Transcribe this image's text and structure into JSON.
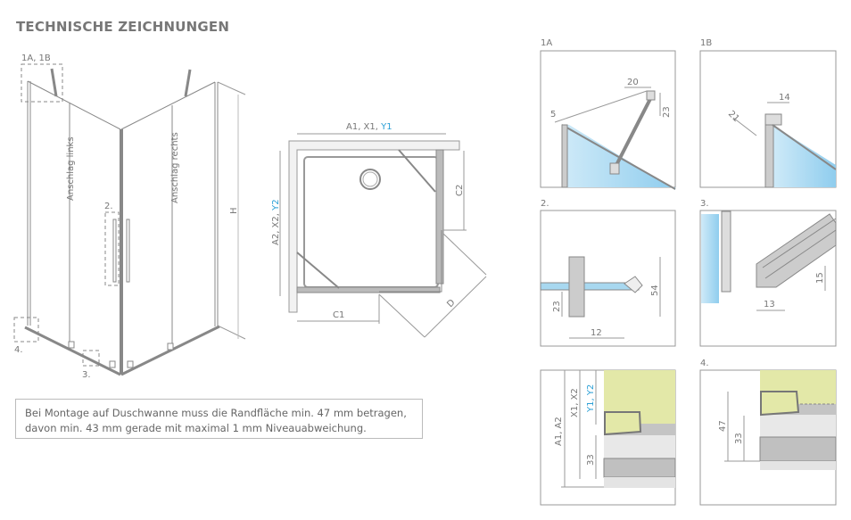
{
  "page": {
    "title": "TECHNISCHE ZEICHNUNGEN"
  },
  "note": {
    "line1": "Bei Montage auf Duschwanne muss die Randfläche min. 47 mm betragen,",
    "line2": "davon min. 43 mm gerade mit maximal 1 mm Niveauabweichung."
  },
  "perspective": {
    "label_1a1b": "1A, 1B",
    "label_2": "2.",
    "label_3": "3.",
    "label_4": "4.",
    "hinge_left": "Anschlag links",
    "hinge_right": "Anschlag rechts",
    "height": "H"
  },
  "plan": {
    "width_label": "A1, X1, ",
    "width_label_accent": "Y1",
    "depth_label": "A2, X2, ",
    "depth_label_accent": "Y2",
    "c1": "C1",
    "c2": "C2",
    "d": "D"
  },
  "details": {
    "d1a": {
      "label": "1A",
      "dims": [
        "5",
        "20",
        "23"
      ]
    },
    "d1b": {
      "label": "1B",
      "dims": [
        "21",
        "14"
      ]
    },
    "d2": {
      "label": "2.",
      "dims": [
        "54",
        "23",
        "12"
      ]
    },
    "d3": {
      "label": "3.",
      "dims": [
        "15",
        "13"
      ]
    },
    "d5": {
      "dims": [
        "A1, A2",
        "X1, X2",
        "Y1, Y2",
        "33"
      ]
    },
    "d4": {
      "label": "4.",
      "dims": [
        "47",
        "33"
      ]
    }
  },
  "colors": {
    "accent": "#2a9fd6",
    "glass": "#a8d8f0",
    "tray": "#e3e8a8"
  }
}
